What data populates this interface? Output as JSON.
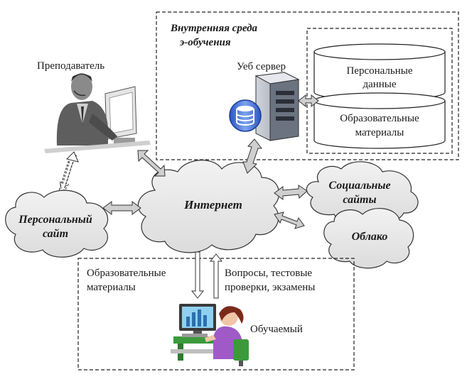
{
  "labels": {
    "internal_env_line1": "Внутренняя среда",
    "internal_env_line2": "э-обучения",
    "web_server": "Уеб сервер",
    "personal_data_line1": "Персональные",
    "personal_data_line2": "данные",
    "edu_materials_db_line1": "Образовательные",
    "edu_materials_db_line2": "материалы",
    "teacher": "Преподаватель",
    "internet": "Интернет",
    "personal_site_line1": "Персональный",
    "personal_site_line2": "сайт",
    "social_line1": "Социальные",
    "social_line2": "сайты",
    "cloud": "Облако",
    "edu_materials_line1": "Образовательные",
    "edu_materials_line2": "материалы",
    "questions_line1": "Вопросы, тестовые",
    "questions_line2": "проверки, экзамены",
    "learner": "Обучаемый"
  },
  "icons": {
    "teacher": "person-at-computer-icon",
    "server": "web-server-icon",
    "database": "database-icon",
    "learner": "student-at-computer-icon"
  },
  "colors": {
    "cloud_fill": "#e8e8e8",
    "arrow_fill": "#cfcfcf",
    "server_blue": "#3b6fd6",
    "learner_shirt": "#a05ac8",
    "line": "#222222"
  }
}
